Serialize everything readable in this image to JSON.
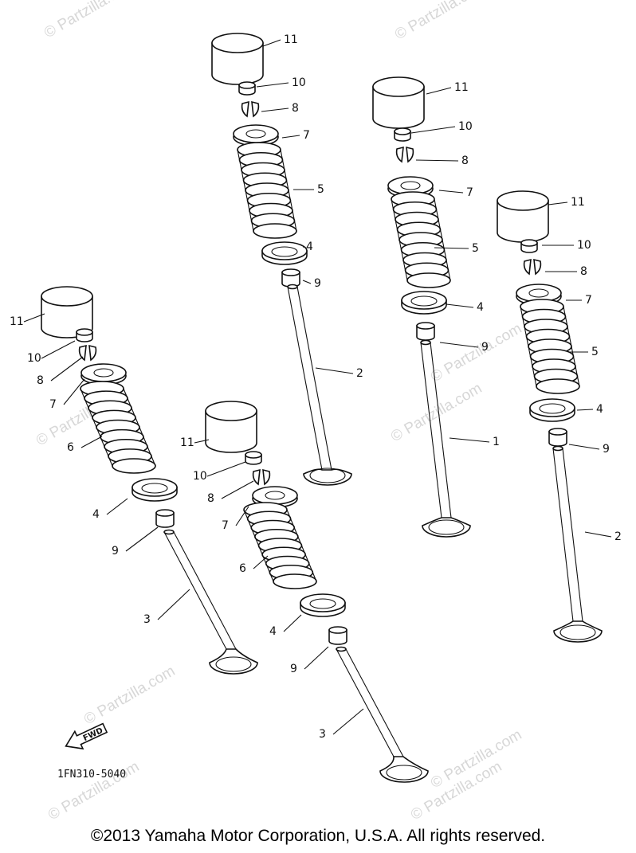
{
  "watermark": "© Partzilla.com",
  "drawing_code": "1FN310-5040",
  "fwd_label": "FWD",
  "copyright": "©2013  Yamaha Motor Corporation, U.S.A. All rights reserved.",
  "assemblies": [
    {
      "id": "top-center",
      "callouts": [
        {
          "ref": "11",
          "label": "11"
        },
        {
          "ref": "10",
          "label": "10"
        },
        {
          "ref": "8",
          "label": "8"
        },
        {
          "ref": "7",
          "label": "7"
        },
        {
          "ref": "5",
          "label": "5"
        },
        {
          "ref": "4",
          "label": "4"
        },
        {
          "ref": "9",
          "label": "9"
        },
        {
          "ref": "2",
          "label": "2"
        }
      ]
    },
    {
      "id": "top-right",
      "callouts": [
        {
          "ref": "11",
          "label": "11"
        },
        {
          "ref": "10",
          "label": "10"
        },
        {
          "ref": "8",
          "label": "8"
        },
        {
          "ref": "7",
          "label": "7"
        },
        {
          "ref": "5",
          "label": "5"
        },
        {
          "ref": "4",
          "label": "4"
        },
        {
          "ref": "9",
          "label": "9"
        },
        {
          "ref": "1",
          "label": "1"
        }
      ]
    },
    {
      "id": "far-right",
      "callouts": [
        {
          "ref": "11",
          "label": "11"
        },
        {
          "ref": "10",
          "label": "10"
        },
        {
          "ref": "8",
          "label": "8"
        },
        {
          "ref": "7",
          "label": "7"
        },
        {
          "ref": "5",
          "label": "5"
        },
        {
          "ref": "4",
          "label": "4"
        },
        {
          "ref": "9",
          "label": "9"
        },
        {
          "ref": "2",
          "label": "2"
        }
      ]
    },
    {
      "id": "left",
      "callouts": [
        {
          "ref": "11",
          "label": "11"
        },
        {
          "ref": "10",
          "label": "10"
        },
        {
          "ref": "8",
          "label": "8"
        },
        {
          "ref": "7",
          "label": "7"
        },
        {
          "ref": "6",
          "label": "6"
        },
        {
          "ref": "4",
          "label": "4"
        },
        {
          "ref": "9",
          "label": "9"
        },
        {
          "ref": "3",
          "label": "3"
        }
      ]
    },
    {
      "id": "bottom-center",
      "callouts": [
        {
          "ref": "11",
          "label": "11"
        },
        {
          "ref": "10",
          "label": "10"
        },
        {
          "ref": "8",
          "label": "8"
        },
        {
          "ref": "7",
          "label": "7"
        },
        {
          "ref": "6",
          "label": "6"
        },
        {
          "ref": "4",
          "label": "4"
        },
        {
          "ref": "9",
          "label": "9"
        },
        {
          "ref": "3",
          "label": "3"
        }
      ]
    }
  ]
}
